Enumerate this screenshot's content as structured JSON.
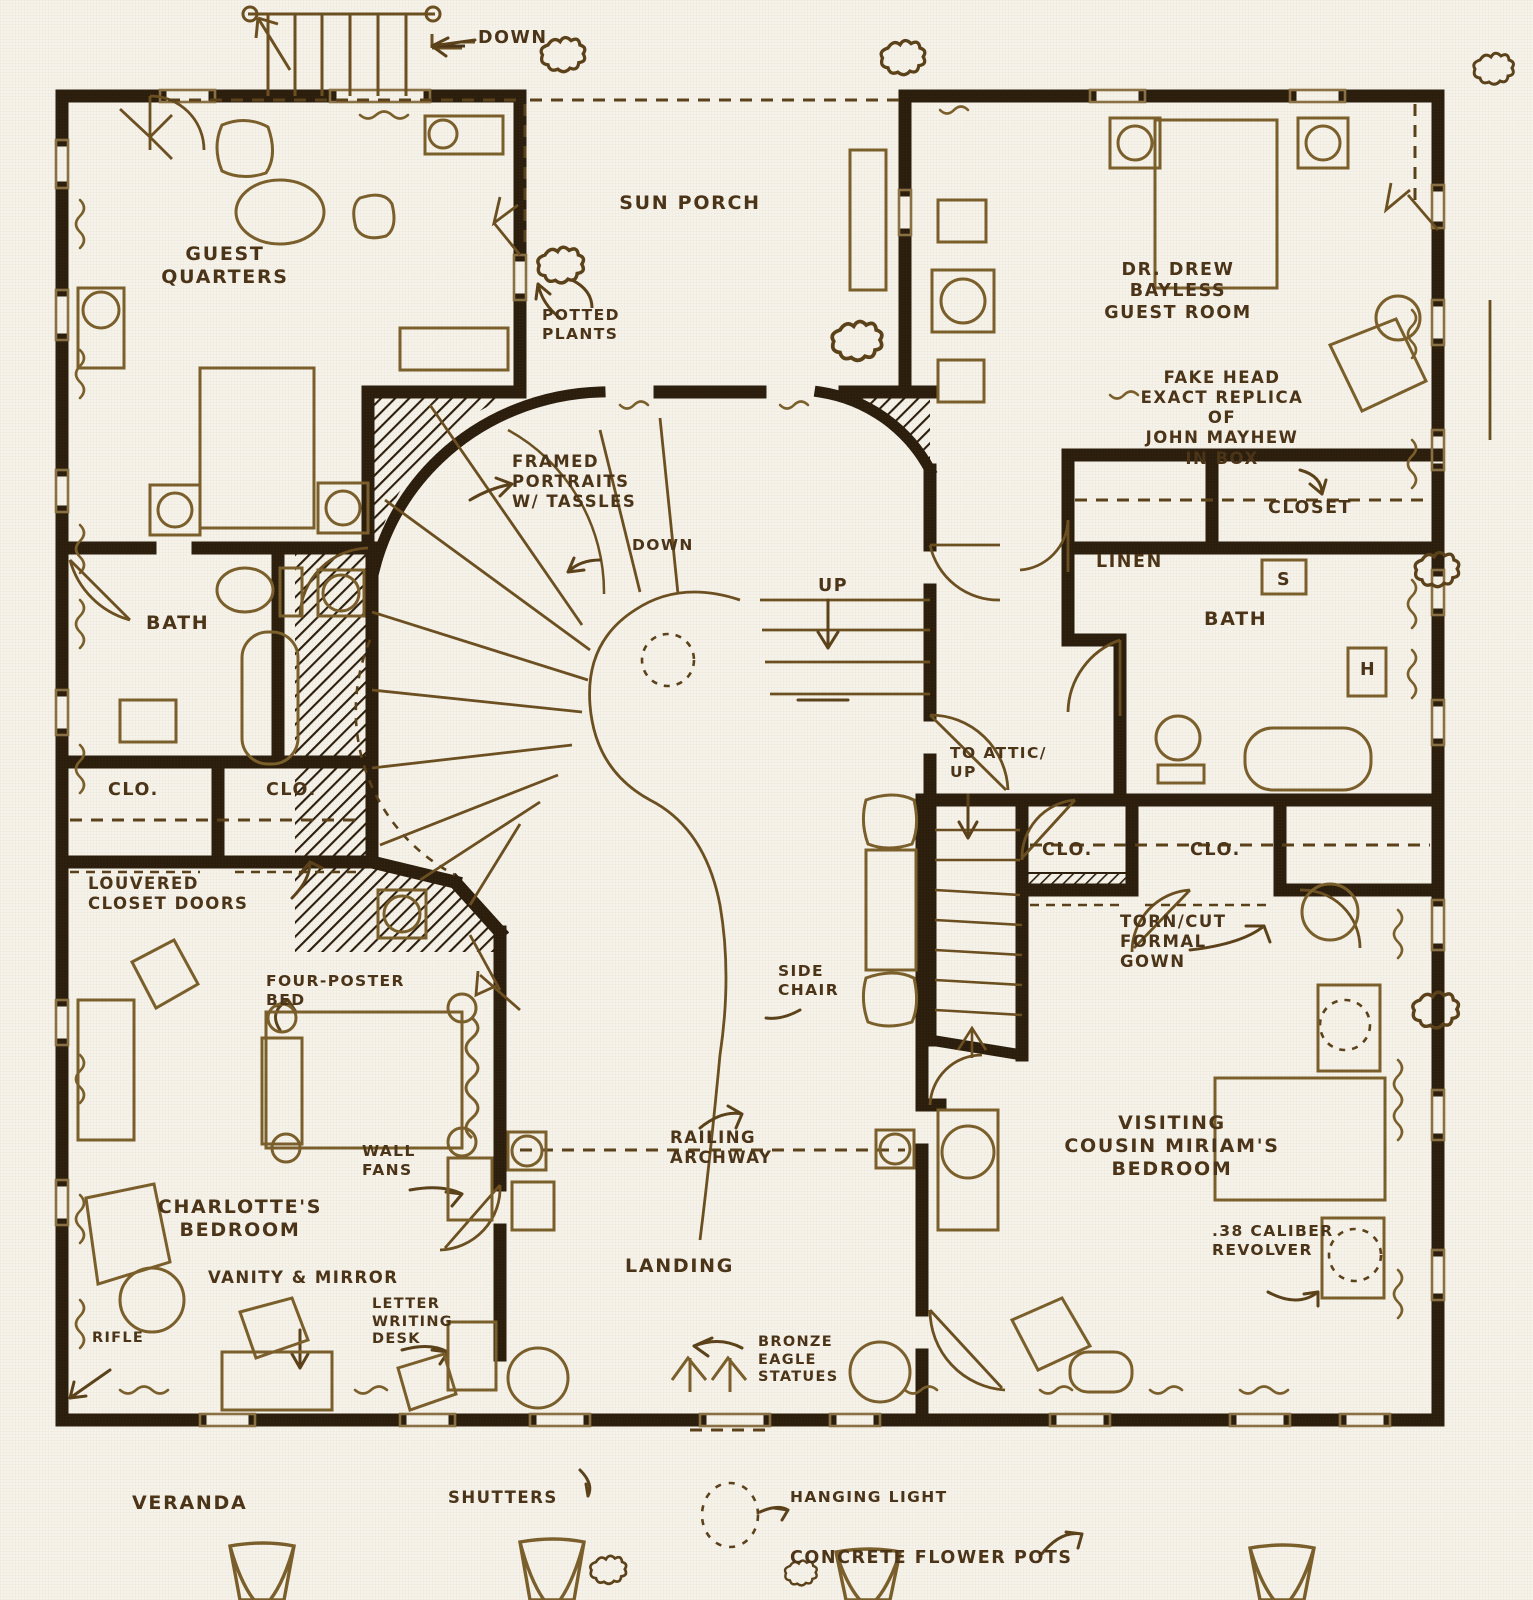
{
  "drawing": {
    "type": "architectural floor plan",
    "style": "hand-drawn ink on paper",
    "level": "second floor",
    "ink_color": "#4a3317",
    "paper_color": "#f6f3ea"
  },
  "rooms": [
    {
      "key": "guest_quarters",
      "label": "GUEST\nQUARTERS"
    },
    {
      "key": "sun_porch",
      "label": "SUN PORCH"
    },
    {
      "key": "drew_bayless",
      "label": "DR. DREW\nBAYLESS\nGUEST ROOM"
    },
    {
      "key": "bath_left",
      "label": "BATH"
    },
    {
      "key": "bath_right",
      "label": "BATH"
    },
    {
      "key": "linen",
      "label": "LINEN"
    },
    {
      "key": "closet_right",
      "label": "CLOSET"
    },
    {
      "key": "charlottes_bedroom",
      "label": "CHARLOTTE'S\nBEDROOM"
    },
    {
      "key": "miriams_bedroom",
      "label": "VISITING\nCOUSIN MIRIAM'S\nBEDROOM"
    },
    {
      "key": "landing",
      "label": "LANDING"
    },
    {
      "key": "veranda",
      "label": "VERANDA"
    }
  ],
  "closets": [
    {
      "key": "clo_left_1",
      "label": "CLO."
    },
    {
      "key": "clo_left_2",
      "label": "CLO."
    },
    {
      "key": "clo_right_1",
      "label": "CLO."
    },
    {
      "key": "clo_right_2",
      "label": "CLO."
    }
  ],
  "annotations": [
    {
      "key": "down_balcony",
      "label": "DOWN"
    },
    {
      "key": "down_stair",
      "label": "DOWN"
    },
    {
      "key": "up_stair",
      "label": "UP"
    },
    {
      "key": "to_attic",
      "label": "TO ATTIC/\nUP"
    },
    {
      "key": "potted_plants",
      "label": "POTTED\nPLANTS"
    },
    {
      "key": "framed_portraits",
      "label": "FRAMED\nPORTRAITS\nW/ TASSLES"
    },
    {
      "key": "fake_head",
      "label": "FAKE HEAD\nEXACT REPLICA\nof\nJOHN MAYHEW\nin BOX"
    },
    {
      "key": "louvered_closet_doors",
      "label": "LOUVERED\nCLOSET DOORS"
    },
    {
      "key": "four_poster_bed",
      "label": "FOUR-POSTER\nBED"
    },
    {
      "key": "wall_fans",
      "label": "WALL\nFANS"
    },
    {
      "key": "vanity_mirror",
      "label": "VANITY & MIRROR"
    },
    {
      "key": "letter_writing_desk",
      "label": "LETTER\nWRITING\nDESK"
    },
    {
      "key": "rifle",
      "label": "RIFLE"
    },
    {
      "key": "side_chair",
      "label": "SIDE\nCHAIR"
    },
    {
      "key": "railing_archway",
      "label": "RAILING\nARCHWAY"
    },
    {
      "key": "bronze_eagle_statues",
      "label": "BRONZE\nEAGLE\nSTATUES"
    },
    {
      "key": "torn_cut_formal_gown",
      "label": "TORN/CUT\nFORMAL\nGOWN"
    },
    {
      "key": "revolver",
      "label": ".38 CALIBER\nREVOLVER"
    },
    {
      "key": "shutters",
      "label": "SHUTTERS"
    },
    {
      "key": "hanging_light",
      "label": "HANGING LIGHT"
    },
    {
      "key": "concrete_flower_pots",
      "label": "CONCRETE FLOWER POTS"
    }
  ],
  "fixture_marks": [
    {
      "key": "shower_mark",
      "label": "S"
    },
    {
      "key": "heater_mark",
      "label": "H"
    }
  ]
}
